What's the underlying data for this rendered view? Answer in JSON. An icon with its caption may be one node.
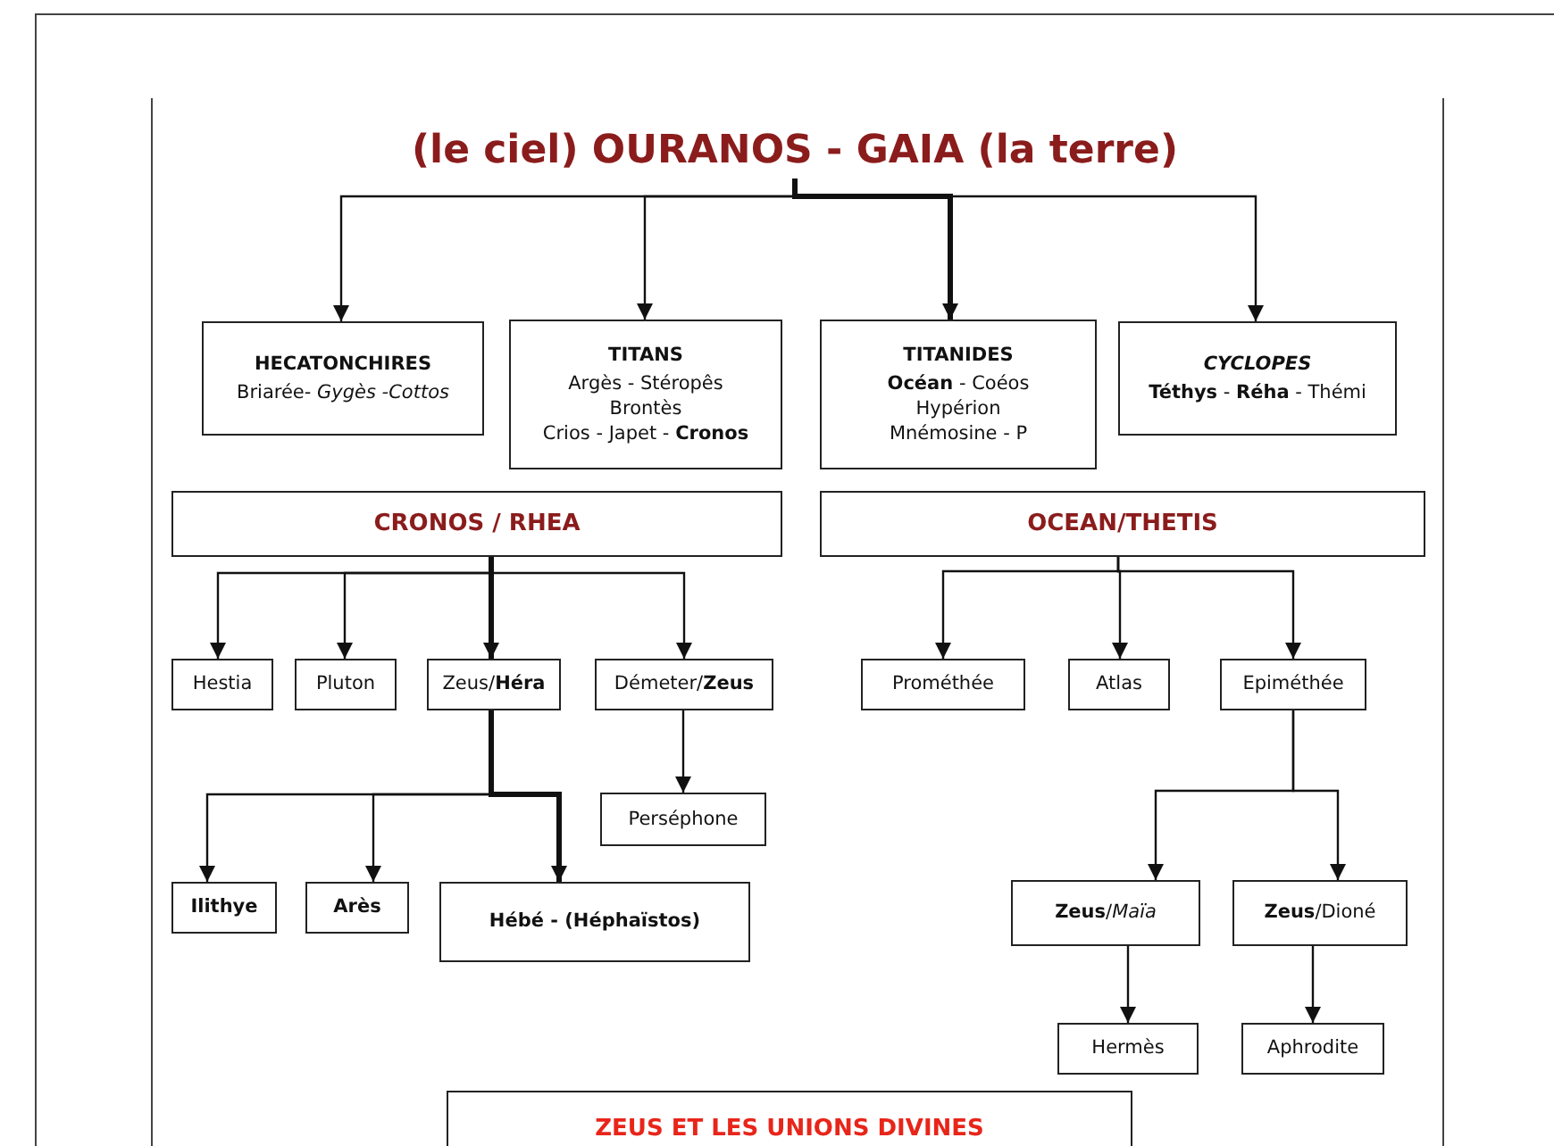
{
  "diagram": {
    "nodes": [
      {
        "text": [
          "(le ciel) OURANOS - GAIA (la terre)"
        ]
      },
      {
        "text": [
          "HECATONCHIRES",
          "Briarée- *Gygès -Cottos*"
        ]
      },
      {
        "text": [
          "TITANS",
          "Argès - Stéropês",
          "Brontès",
          "Crios - Japet - **Cronos**"
        ]
      },
      {
        "text": [
          "TITANIDES",
          "**Océan** - Coéos",
          "Hypérion",
          "Mnémosine - P"
        ]
      },
      {
        "text": [
          "CYCLOPES",
          "**Téthys** - **Réha** - Thémi"
        ]
      },
      {
        "text": [
          "CRONOS / RHEA"
        ]
      },
      {
        "text": [
          "OCEAN/THETIS"
        ]
      },
      {
        "text": [
          "Hestia"
        ]
      },
      {
        "text": [
          "Pluton"
        ]
      },
      {
        "text": [
          "Zeus/**Héra**"
        ]
      },
      {
        "text": [
          "Démeter/**Zeus**"
        ]
      },
      {
        "text": [
          "Perséphone"
        ]
      },
      {
        "text": [
          "Ilithye"
        ]
      },
      {
        "text": [
          "Arès"
        ]
      },
      {
        "text": [
          "Hébé - (Héphaïstos)"
        ]
      },
      {
        "text": [
          "Prométhée"
        ]
      },
      {
        "text": [
          "Atlas"
        ]
      },
      {
        "text": [
          "Epiméthée"
        ]
      },
      {
        "text": [
          "**Zeus**/*Maïa*"
        ]
      },
      {
        "text": [
          "**Zeus**/Dioné"
        ]
      },
      {
        "text": [
          "Hermès"
        ]
      },
      {
        "text": [
          "Aphrodite"
        ]
      },
      {
        "text": [
          "ZEUS ET LES UNIONS DIVINES"
        ]
      }
    ],
    "edges": [
      {
        "from": 0,
        "to": 1,
        "arrow": "to"
      },
      {
        "from": 0,
        "to": 2,
        "arrow": "to"
      },
      {
        "from": 0,
        "to": 3,
        "arrow": "to",
        "style": "thick"
      },
      {
        "from": 0,
        "to": 4,
        "arrow": "to"
      },
      {
        "from": 5,
        "to": 7,
        "arrow": "to"
      },
      {
        "from": 5,
        "to": 8,
        "arrow": "to"
      },
      {
        "from": 5,
        "to": 9,
        "arrow": "to",
        "style": "thick"
      },
      {
        "from": 5,
        "to": 10,
        "arrow": "to"
      },
      {
        "from": 10,
        "to": 11,
        "arrow": "to"
      },
      {
        "from": 9,
        "to": 12,
        "arrow": "to"
      },
      {
        "from": 9,
        "to": 13,
        "arrow": "to"
      },
      {
        "from": 9,
        "to": 14,
        "arrow": "to",
        "style": "thick"
      },
      {
        "from": 6,
        "to": 15,
        "arrow": "to"
      },
      {
        "from": 6,
        "to": 16,
        "arrow": "to"
      },
      {
        "from": 6,
        "to": 17,
        "arrow": "to"
      },
      {
        "from": 17,
        "to": 18,
        "arrow": "to"
      },
      {
        "from": 17,
        "to": 19,
        "arrow": "to"
      },
      {
        "from": 18,
        "to": 20,
        "arrow": "to"
      },
      {
        "from": 19,
        "to": 21,
        "arrow": "to"
      }
    ]
  }
}
